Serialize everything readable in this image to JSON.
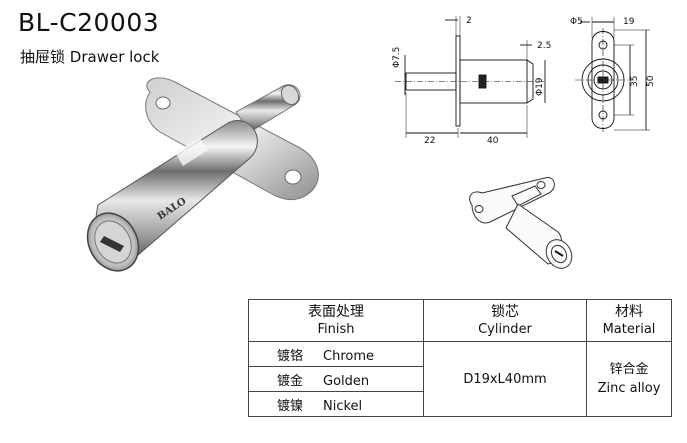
{
  "product": {
    "model": "BL-C20003",
    "name_cn": "抽屉锁",
    "name_en": "Drawer lock",
    "brand_mark": "BALO"
  },
  "drawing": {
    "dims": {
      "flange": "2",
      "rod_dia": "Φ7.5",
      "step": "2.5",
      "body_dia": "Φ19",
      "hole_dia": "Φ5",
      "hole_pitch": "19",
      "rod_len": "22",
      "body_len": "40",
      "inner": "35",
      "height": "50"
    }
  },
  "table": {
    "headers": [
      {
        "cn": "表面处理",
        "en": "Finish"
      },
      {
        "cn": "锁芯",
        "en": "Cylinder"
      },
      {
        "cn": "材料",
        "en": "Material"
      }
    ],
    "finishes": [
      {
        "cn": "镀铬",
        "en": "Chrome"
      },
      {
        "cn": "镀金",
        "en": "Golden"
      },
      {
        "cn": "镀镍",
        "en": "Nickel"
      }
    ],
    "cylinder": "D19xL40mm",
    "material_cn": "锌合金",
    "material_en": "Zinc alloy"
  }
}
